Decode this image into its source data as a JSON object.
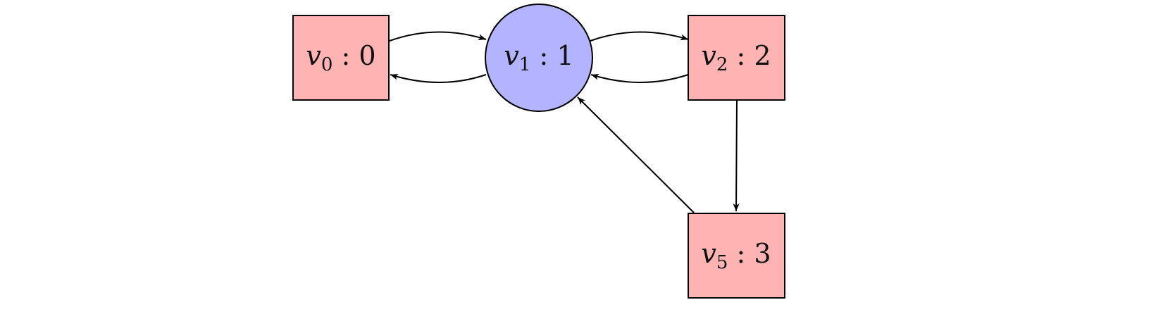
{
  "colors": {
    "square_fill": "#ffb3b3",
    "circle_fill": "#b3b3ff",
    "stroke": "#000000"
  },
  "nodes": [
    {
      "id": "v0",
      "shape": "square",
      "var": "v",
      "sub": "0",
      "label": "0"
    },
    {
      "id": "v1",
      "shape": "circle",
      "var": "v",
      "sub": "1",
      "label": "1"
    },
    {
      "id": "v2",
      "shape": "square",
      "var": "v",
      "sub": "2",
      "label": "2"
    },
    {
      "id": "v5",
      "shape": "square",
      "var": "v",
      "sub": "5",
      "label": "3"
    }
  ],
  "edges": [
    {
      "from": "v0",
      "to": "v1"
    },
    {
      "from": "v1",
      "to": "v0"
    },
    {
      "from": "v1",
      "to": "v2"
    },
    {
      "from": "v2",
      "to": "v1"
    },
    {
      "from": "v2",
      "to": "v5"
    },
    {
      "from": "v5",
      "to": "v1"
    }
  ]
}
